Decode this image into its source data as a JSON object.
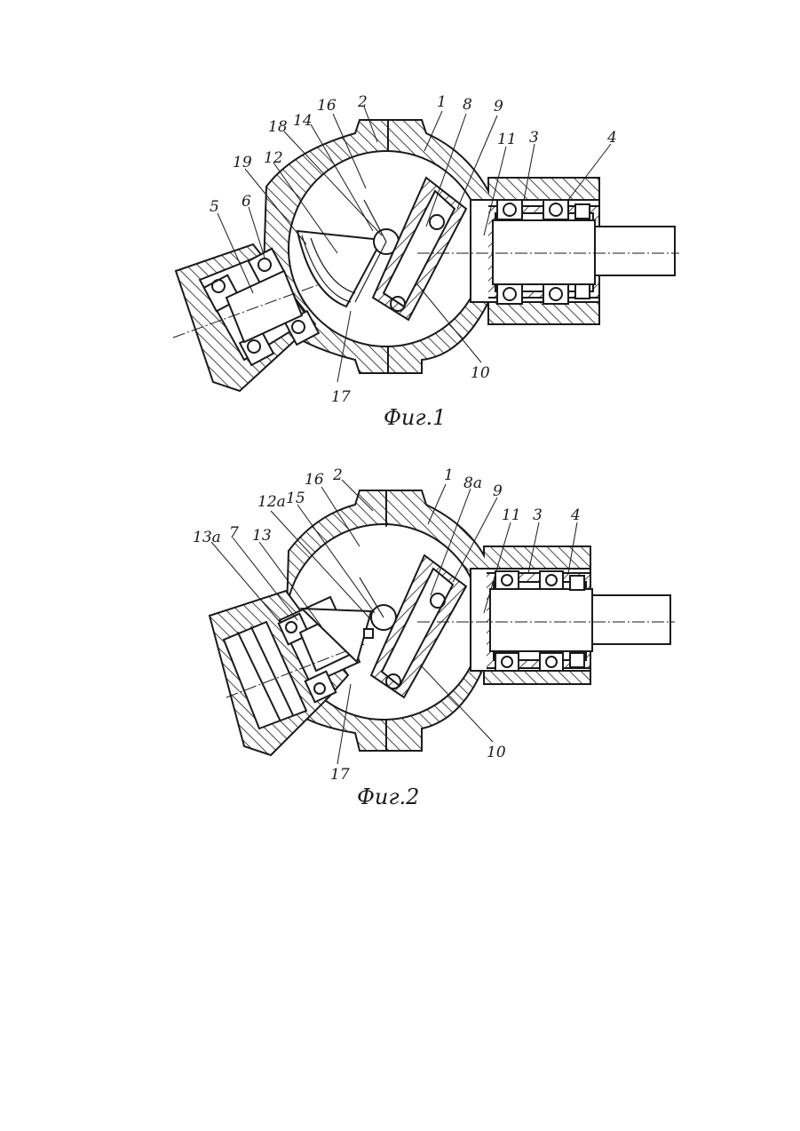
{
  "figures": [
    {
      "caption": "Фиг.1",
      "labels": [
        "16",
        "2",
        "1",
        "8",
        "9",
        "18",
        "14",
        "11",
        "3",
        "4",
        "19",
        "12",
        "5",
        "6",
        "10",
        "17"
      ]
    },
    {
      "caption": "Фиг.2",
      "labels": [
        "16",
        "2",
        "1",
        "8а",
        "9",
        "12а",
        "15",
        "11",
        "3",
        "4",
        "13а",
        "7",
        "13",
        "10",
        "17"
      ]
    }
  ],
  "colors": {
    "ink": "#1a1a1a",
    "paper": "#ffffff"
  }
}
